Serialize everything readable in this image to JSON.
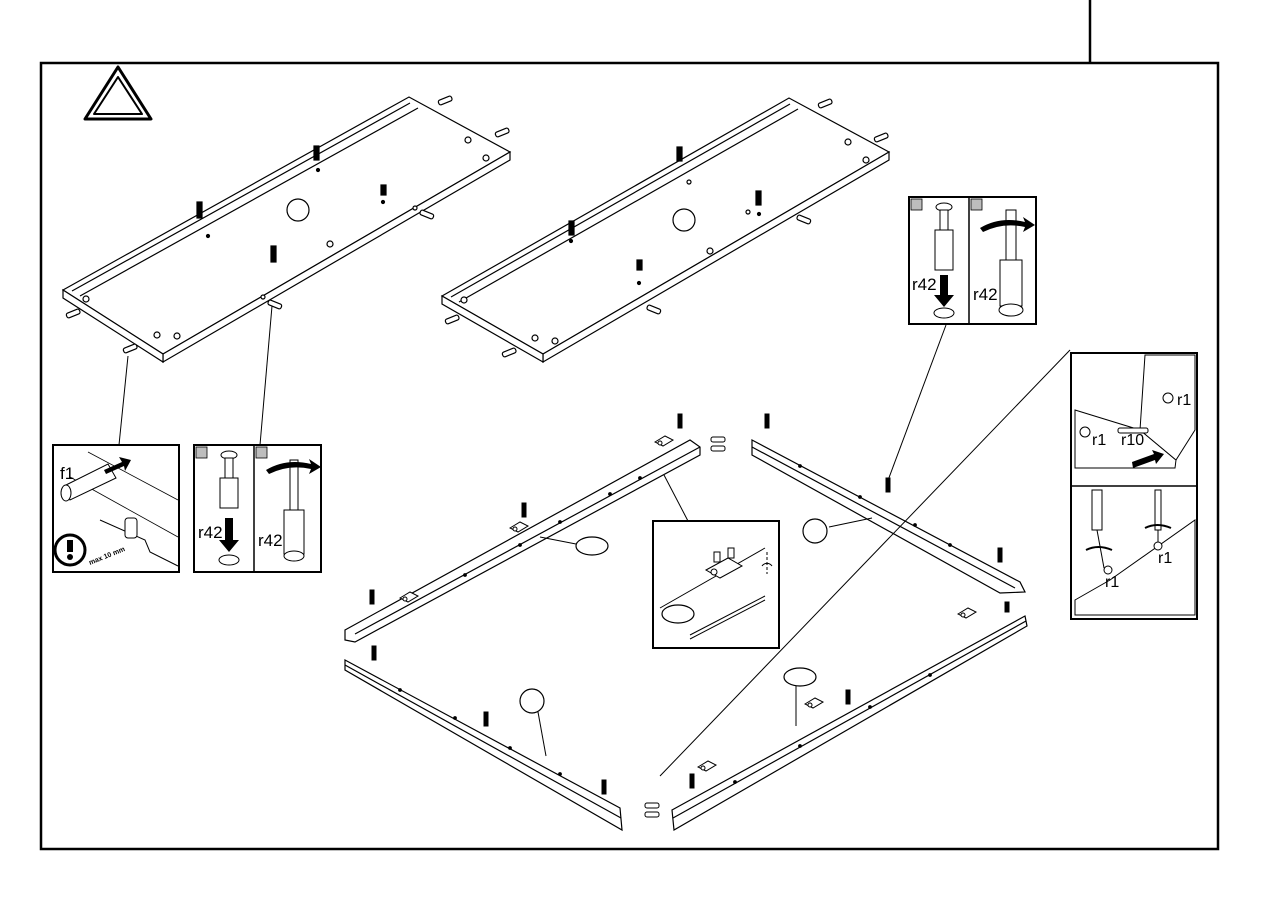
{
  "page": {
    "header_rule": true,
    "frame": true
  },
  "warning": {
    "icon": "warning-triangle-icon"
  },
  "callouts": {
    "dowel_detail": {
      "part_label": "f1",
      "note": "max 10 mm",
      "icon": "exclamation-circle-icon"
    },
    "cam_detail_left": {
      "label_a": "r42",
      "label_b": "r42",
      "icons": [
        "cam-bolt-insert-icon",
        "rotate-arrow-icon"
      ]
    },
    "cam_detail_right": {
      "label_a": "r42",
      "label_b": "r42",
      "icons": [
        "cam-bolt-insert-icon",
        "rotate-arrow-icon"
      ]
    },
    "screw_detail": {
      "label_screw_top": "r1",
      "label_screw_left": "r1",
      "label_pin": "r10",
      "label_bottom_left": "r1",
      "label_bottom_right": "r1",
      "icons": [
        "screwdriver-icon",
        "rotate-arrow-icon"
      ]
    },
    "bracket_detail": {
      "icons": [
        "bracket-icon",
        "centerline-icon"
      ]
    }
  },
  "part_markers": [
    "",
    "",
    "",
    "",
    "",
    "",
    ""
  ],
  "colors": {
    "ink": "#000000",
    "paper": "#ffffff",
    "shade": "#bdbdbd"
  }
}
